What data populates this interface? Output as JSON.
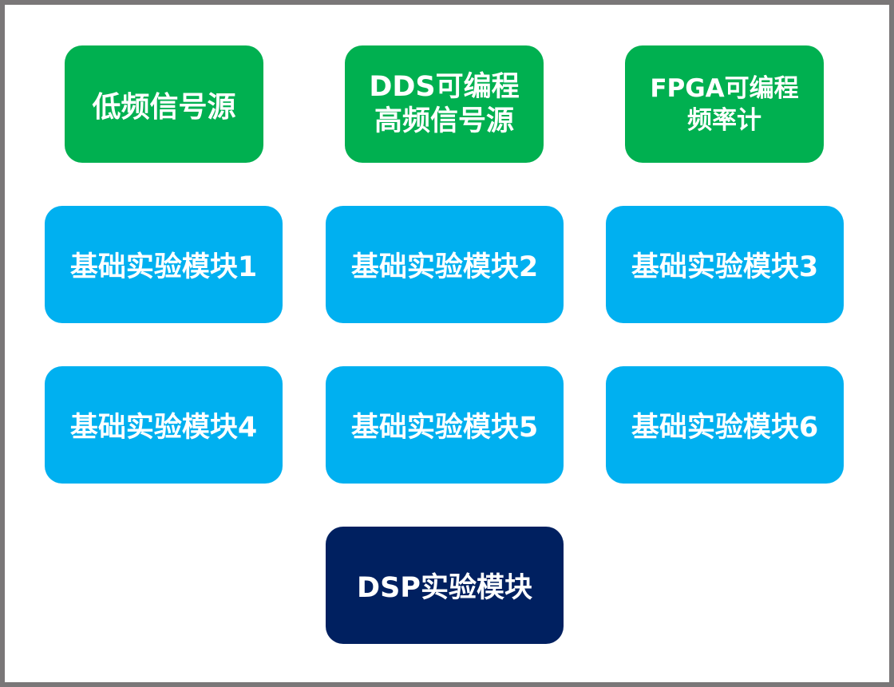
{
  "sources": {
    "low_freq": "低频信号源",
    "dds": [
      "DDS可编程",
      "高频信号源"
    ],
    "fpga": [
      "FPGA可编程",
      "频率计"
    ]
  },
  "modules": {
    "m1": "基础实验模块1",
    "m2": "基础实验模块2",
    "m3": "基础实验模块3",
    "m4": "基础实验模块4",
    "m5": "基础实验模块5",
    "m6": "基础实验模块6"
  },
  "dsp": "DSP实验模块",
  "colors": {
    "green": "#00b050",
    "blue": "#00b0f0",
    "navy": "#002060",
    "frame": "#7a7778"
  }
}
